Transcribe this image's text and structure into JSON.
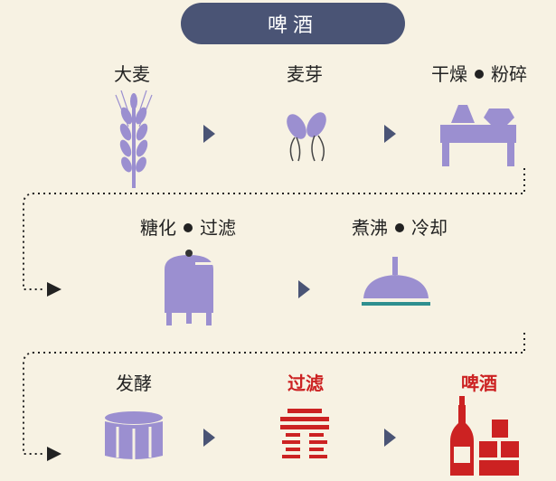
{
  "title": "啤酒",
  "steps": {
    "barley": "大麦",
    "malt": "麦芽",
    "dry": "干燥",
    "mill": "粉碎",
    "saccharify": "糖化",
    "filter1": "过滤",
    "boil": "煮沸",
    "cool": "冷却",
    "ferment": "发酵",
    "filter2": "过滤",
    "beer": "啤酒"
  },
  "colors": {
    "title_bg": "#4a5475",
    "icon_purple": "#9b8fd0",
    "arrow": "#4a5475",
    "highlight": "#cc2222",
    "teal": "#2e8f8f"
  }
}
